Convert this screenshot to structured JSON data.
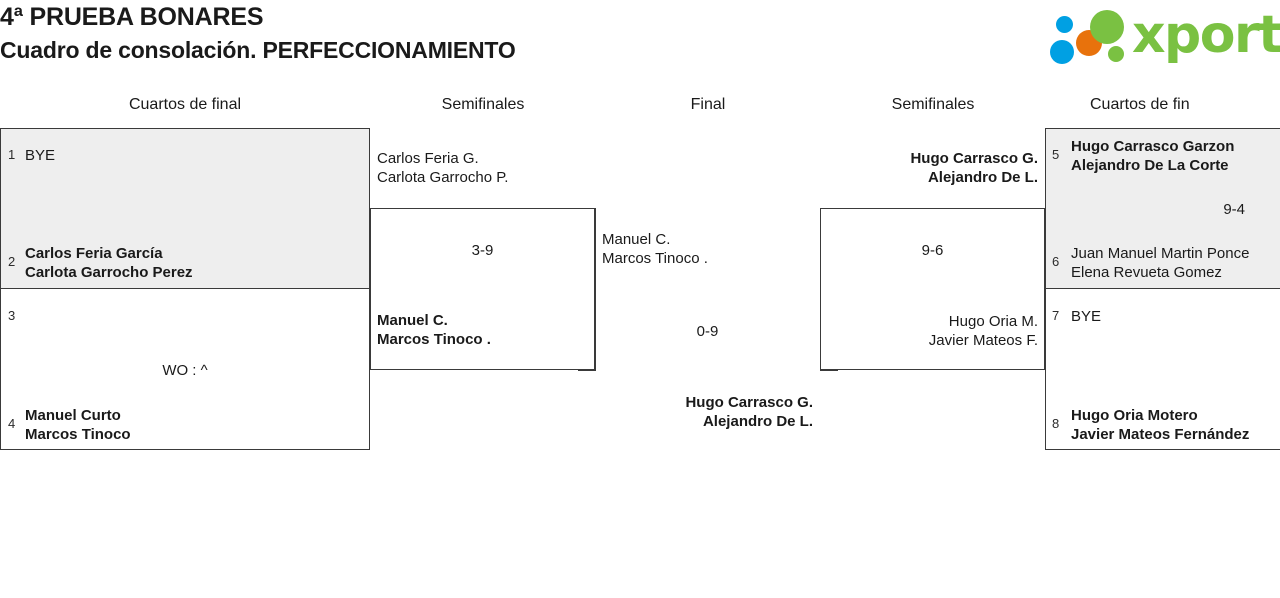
{
  "header": {
    "title_line1": "4ª PRUEBA BONARES",
    "title_line2": "Cuadro de consolación. PERFECCIONAMIENTO",
    "logo_text": "xporty"
  },
  "rounds": [
    {
      "label": "Cuartos de final"
    },
    {
      "label": "Semifinales"
    },
    {
      "label": "Final"
    },
    {
      "label": "Semifinales"
    },
    {
      "label": "Cuartos de fin"
    }
  ],
  "bracket": {
    "left_quarterfinals": [
      {
        "score": "",
        "slots": [
          {
            "seed": "1",
            "line1": "BYE",
            "line2": "",
            "winner": false
          },
          {
            "seed": "2",
            "line1": "Carlos Feria García",
            "line2": "Carlota Garrocho Perez",
            "winner": true
          }
        ]
      },
      {
        "score": "WO : ^",
        "slots": [
          {
            "seed": "3",
            "line1": "",
            "line2": "",
            "winner": false
          },
          {
            "seed": "4",
            "line1": "Manuel Curto",
            "line2": "Marcos Tinoco",
            "winner": true
          }
        ]
      }
    ],
    "left_semifinal": {
      "score": "3-9",
      "slots": [
        {
          "line1": "Carlos Feria G.",
          "line2": "Carlota Garrocho P.",
          "winner": false
        },
        {
          "line1": "Manuel C.",
          "line2": "Marcos Tinoco .",
          "winner": true
        }
      ]
    },
    "final": {
      "score": "0-9",
      "slots": [
        {
          "line1": "Manuel C.",
          "line2": "Marcos Tinoco .",
          "winner": false
        },
        {
          "line1": "Hugo Carrasco G.",
          "line2": "Alejandro De L.",
          "winner": true
        }
      ]
    },
    "right_semifinal": {
      "score": "9-6",
      "slots": [
        {
          "line1": "Hugo Carrasco G.",
          "line2": "Alejandro De L.",
          "winner": true
        },
        {
          "line1": "Hugo Oria M.",
          "line2": "Javier Mateos F.",
          "winner": false
        }
      ]
    },
    "right_quarterfinals": [
      {
        "score": "9-4",
        "slots": [
          {
            "seed": "5",
            "line1": "Hugo Carrasco Garzon",
            "line2": "Alejandro De La Corte",
            "winner": true
          },
          {
            "seed": "6",
            "line1": "Juan Manuel Martin Ponce",
            "line2": "Elena Revueta Gomez",
            "winner": false
          }
        ]
      },
      {
        "score": "",
        "slots": [
          {
            "seed": "7",
            "line1": "BYE",
            "line2": "",
            "winner": false
          },
          {
            "seed": "8",
            "line1": "Hugo Oria Motero",
            "line2": "Javier Mateos Fernández",
            "winner": true
          }
        ]
      }
    ]
  }
}
